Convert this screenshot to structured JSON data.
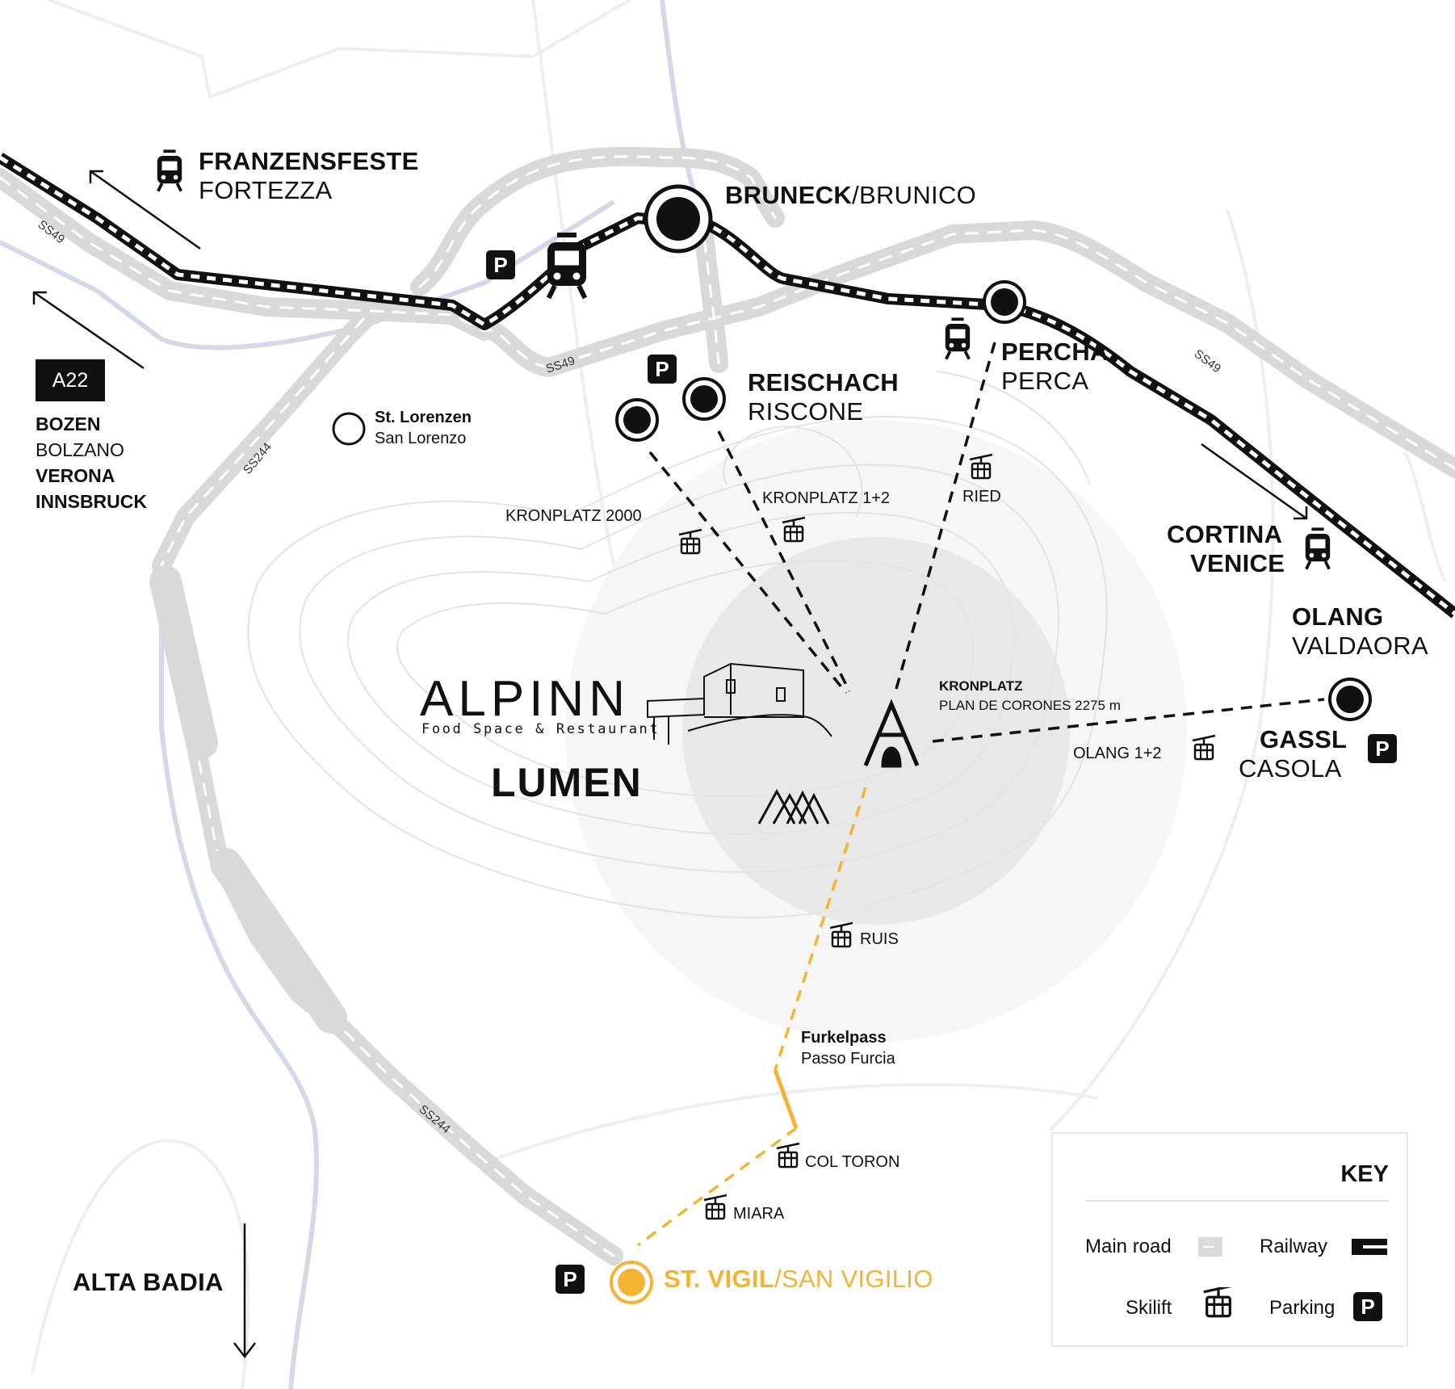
{
  "places": {
    "franzensfeste_de": "FRANZENSFESTE",
    "franzensfeste_it": "FORTEZZA",
    "bruneck_de": "BRUNECK",
    "bruneck_it": "/BRUNICO",
    "percha_de": "PERCHA",
    "percha_it": "PERCA",
    "reischach_de": "REISCHACH",
    "reischach_it": "RISCONE",
    "lorenzen_de": "St. Lorenzen",
    "lorenzen_it": "San Lorenzo",
    "cortina": "CORTINA",
    "venice": "VENICE",
    "olang_de": "OLANG",
    "olang_it": "VALDAORA",
    "gassl_de": "GASSL",
    "gassl_it": "CASOLA",
    "vigil_de": "ST. VIGIL",
    "vigil_it": "/SAN VIGILIO",
    "alta_badia": "ALTA BADIA",
    "furkel_de": "Furkelpass",
    "furkel_it": "Passo Furcia",
    "kronplatz_de": "KRONPLATZ",
    "kronplatz_it": "PLAN DE CORONES 2275 m"
  },
  "a22": {
    "badge": "A22",
    "bozen": "BOZEN",
    "bolzano": "BOLZANO",
    "verona": "VERONA",
    "innsbruck": "INNSBRUCK"
  },
  "roads": {
    "ss49": "SS49",
    "ss244": "SS244"
  },
  "lifts": {
    "kronplatz2000": "KRONPLATZ 2000",
    "kronplatz12": "KRONPLATZ 1+2",
    "ried": "RIED",
    "olang12": "OLANG 1+2",
    "ruis": "RUIS",
    "col_toron": "COL TORON",
    "miara": "MIARA"
  },
  "parking_letter": "P",
  "logos": {
    "alpinn": "ALPINN",
    "alpinn_sub": "Food Space & Restaurant",
    "lumen": "LUMEN"
  },
  "key": {
    "title": "KEY",
    "main_road": "Main road",
    "railway": "Railway",
    "skilift": "Skilift",
    "parking": "Parking"
  },
  "colors": {
    "accent": "#f4b333",
    "ink": "#111111",
    "road": "#dadada",
    "river": "#d7d7ea"
  }
}
